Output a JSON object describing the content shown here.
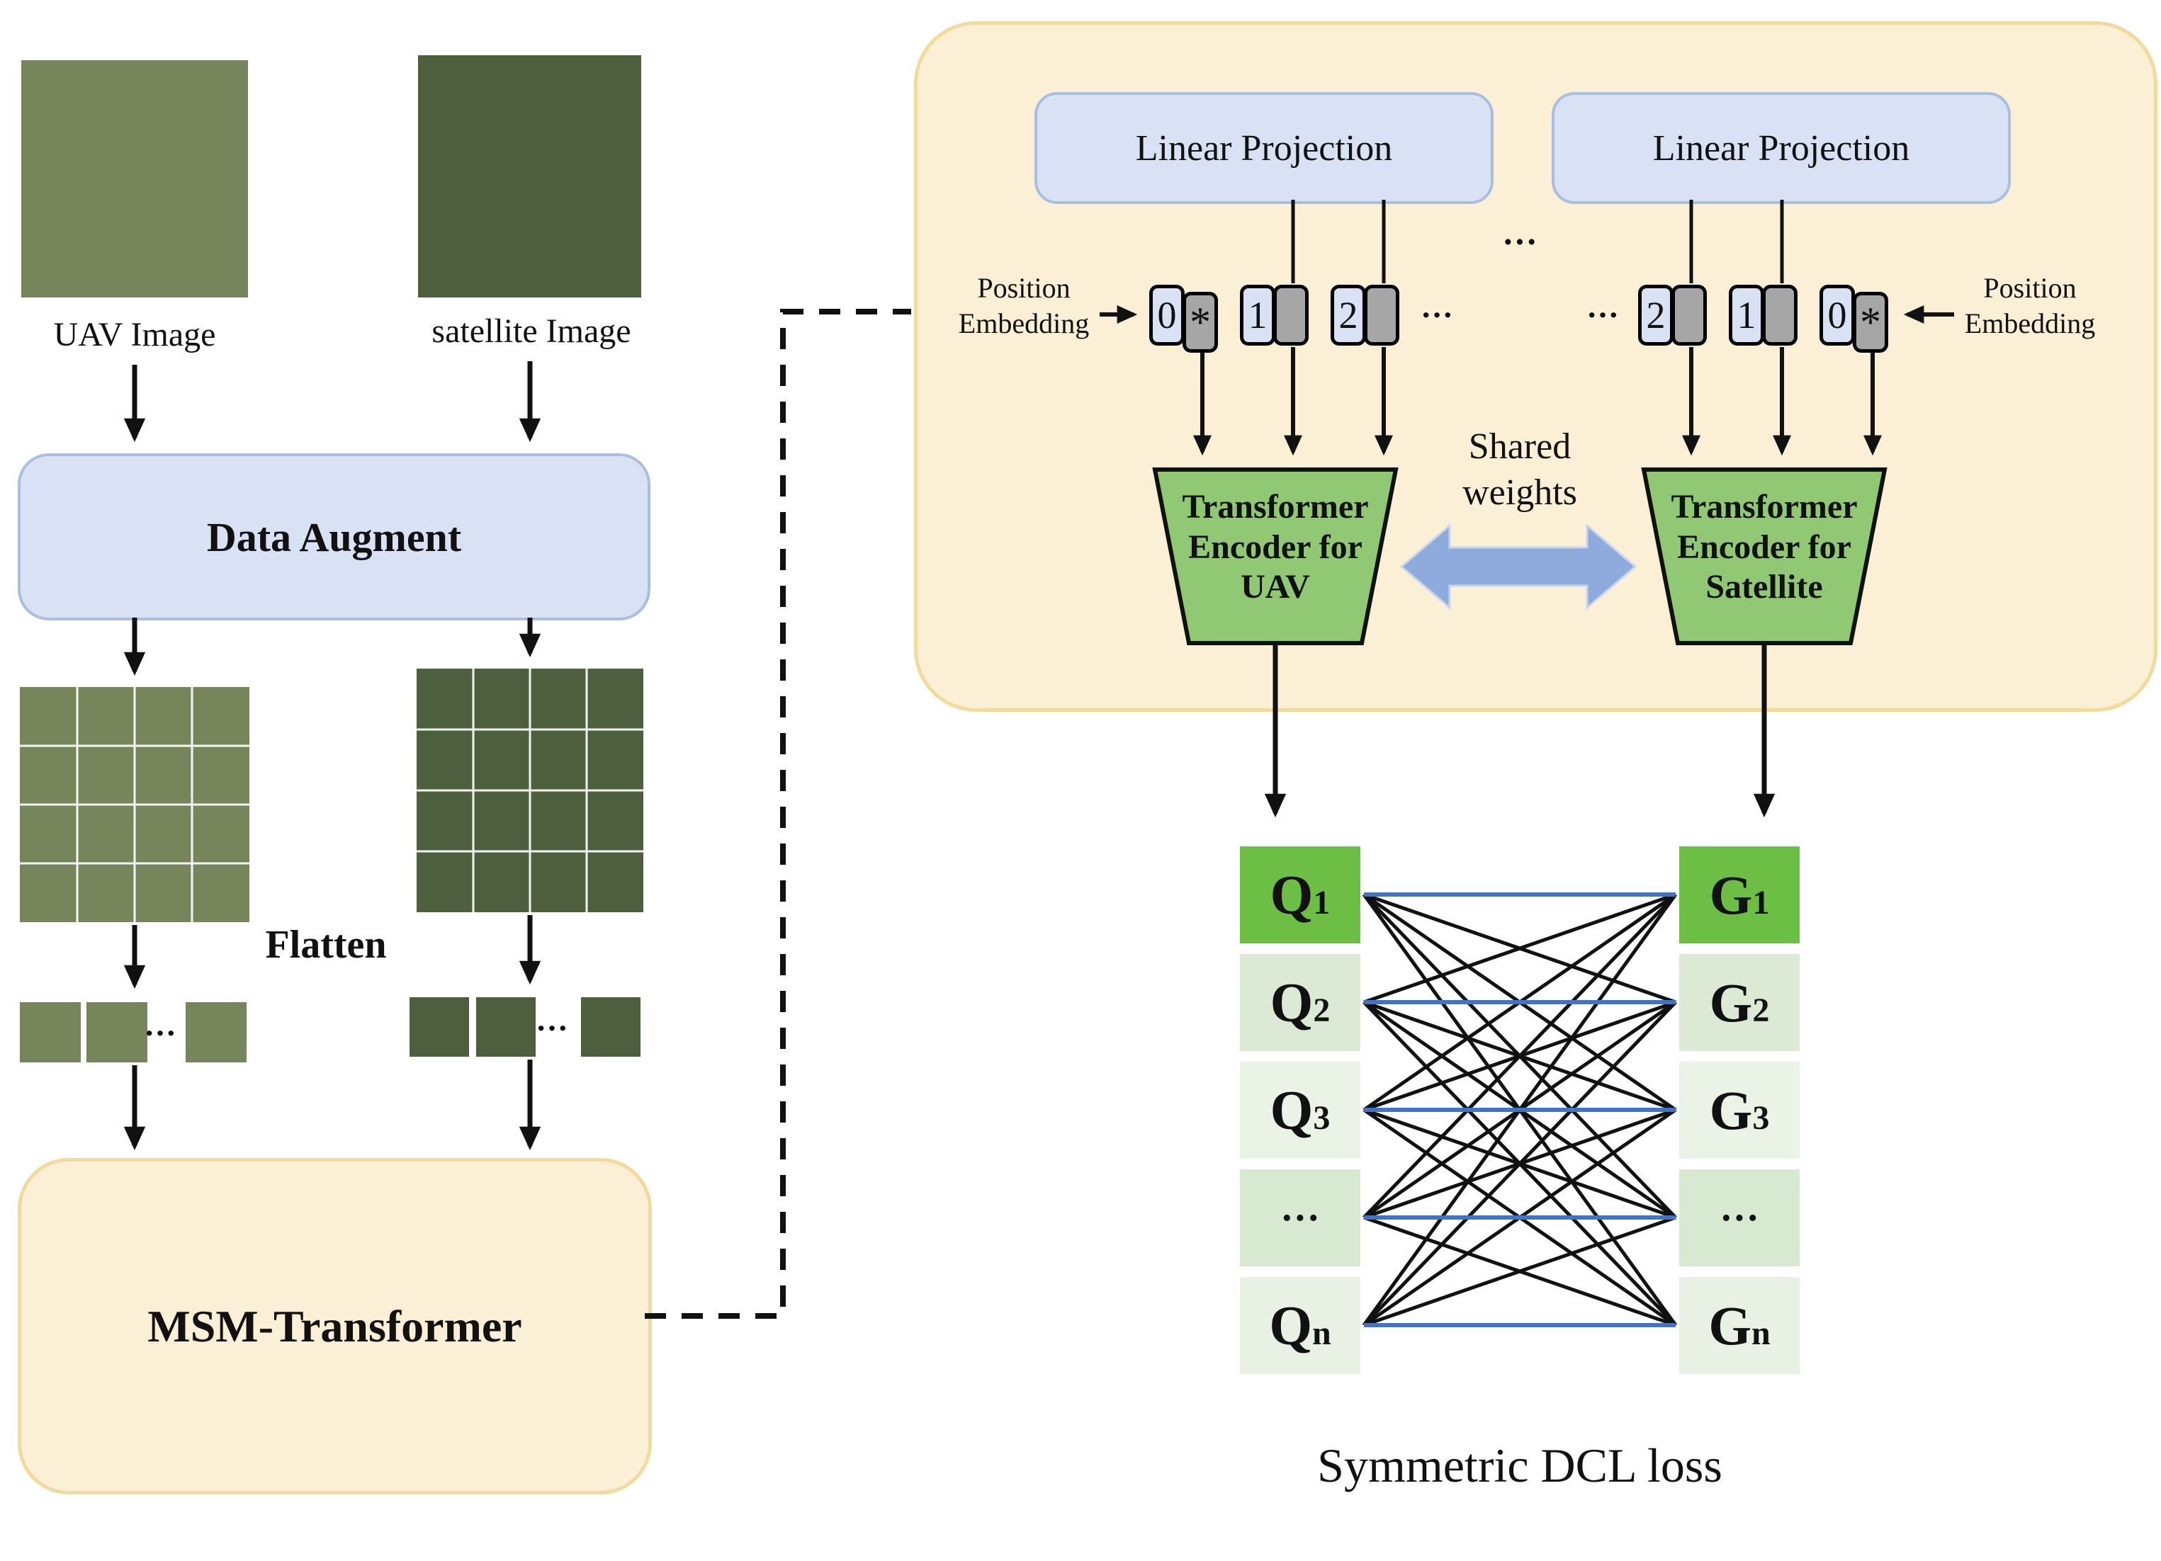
{
  "colors": {
    "panel_fill": "#FBF0D5",
    "panel_border": "#F2DA9C",
    "blue_fill": "#D9E2F5",
    "blue_border": "#A9BFE2",
    "token_gray": "#A6A6A6",
    "trapezoid_green": "#90C873",
    "match_green": "#6CBE45",
    "row_tint_a": "#DCE9D5",
    "row_tint_b": "#EAF3E6",
    "row_tint_c": "#D8E9D2",
    "row_tint_d": "#E8F1E3",
    "link_blue": "#4472C4",
    "shared_arrow_blue": "#8FAADC"
  },
  "inputs": {
    "uav_label": "UAV Image",
    "satellite_label": "satellite Image"
  },
  "pipeline": {
    "data_augment": "Data Augment",
    "flatten": "Flatten",
    "msm_transformer": "MSM-Transformer",
    "patch_ellipsis_left": "···",
    "patch_ellipsis_right": "···"
  },
  "encoder_panel": {
    "linear_projection_left": "Linear Projection",
    "linear_projection_right": "Linear Projection",
    "between_ellipsis": "···",
    "position_embedding_left": {
      "line1": "Position",
      "line2": "Embedding"
    },
    "position_embedding_right": {
      "line1": "Position",
      "line2": "Embedding"
    },
    "left_tokens": [
      {
        "index": "0",
        "cls": "*"
      },
      {
        "index": "1",
        "cls": ""
      },
      {
        "index": "2",
        "cls": ""
      }
    ],
    "left_ellipsis": "···",
    "right_ellipsis": "···",
    "right_tokens": [
      {
        "index": "2",
        "cls": ""
      },
      {
        "index": "1",
        "cls": ""
      },
      {
        "index": "0",
        "cls": "*"
      }
    ],
    "shared_weights": {
      "line1": "Shared",
      "line2": "weights"
    },
    "encoder_uav": {
      "line1": "Transformer",
      "line2": "Encoder for",
      "line3": "UAV"
    },
    "encoder_satellite": {
      "line1": "Transformer",
      "line2": "Encoder for",
      "line3": "Satellite"
    }
  },
  "matching": {
    "query_rows": [
      {
        "base": "Q",
        "sub": "1"
      },
      {
        "base": "Q",
        "sub": "2"
      },
      {
        "base": "Q",
        "sub": "3"
      },
      {
        "base": "···",
        "sub": ""
      },
      {
        "base": "Q",
        "sub": "n"
      }
    ],
    "gallery_rows": [
      {
        "base": "G",
        "sub": "1"
      },
      {
        "base": "G",
        "sub": "2"
      },
      {
        "base": "G",
        "sub": "3"
      },
      {
        "base": "···",
        "sub": ""
      },
      {
        "base": "G",
        "sub": "n"
      }
    ],
    "loss_label": "Symmetric DCL loss"
  }
}
